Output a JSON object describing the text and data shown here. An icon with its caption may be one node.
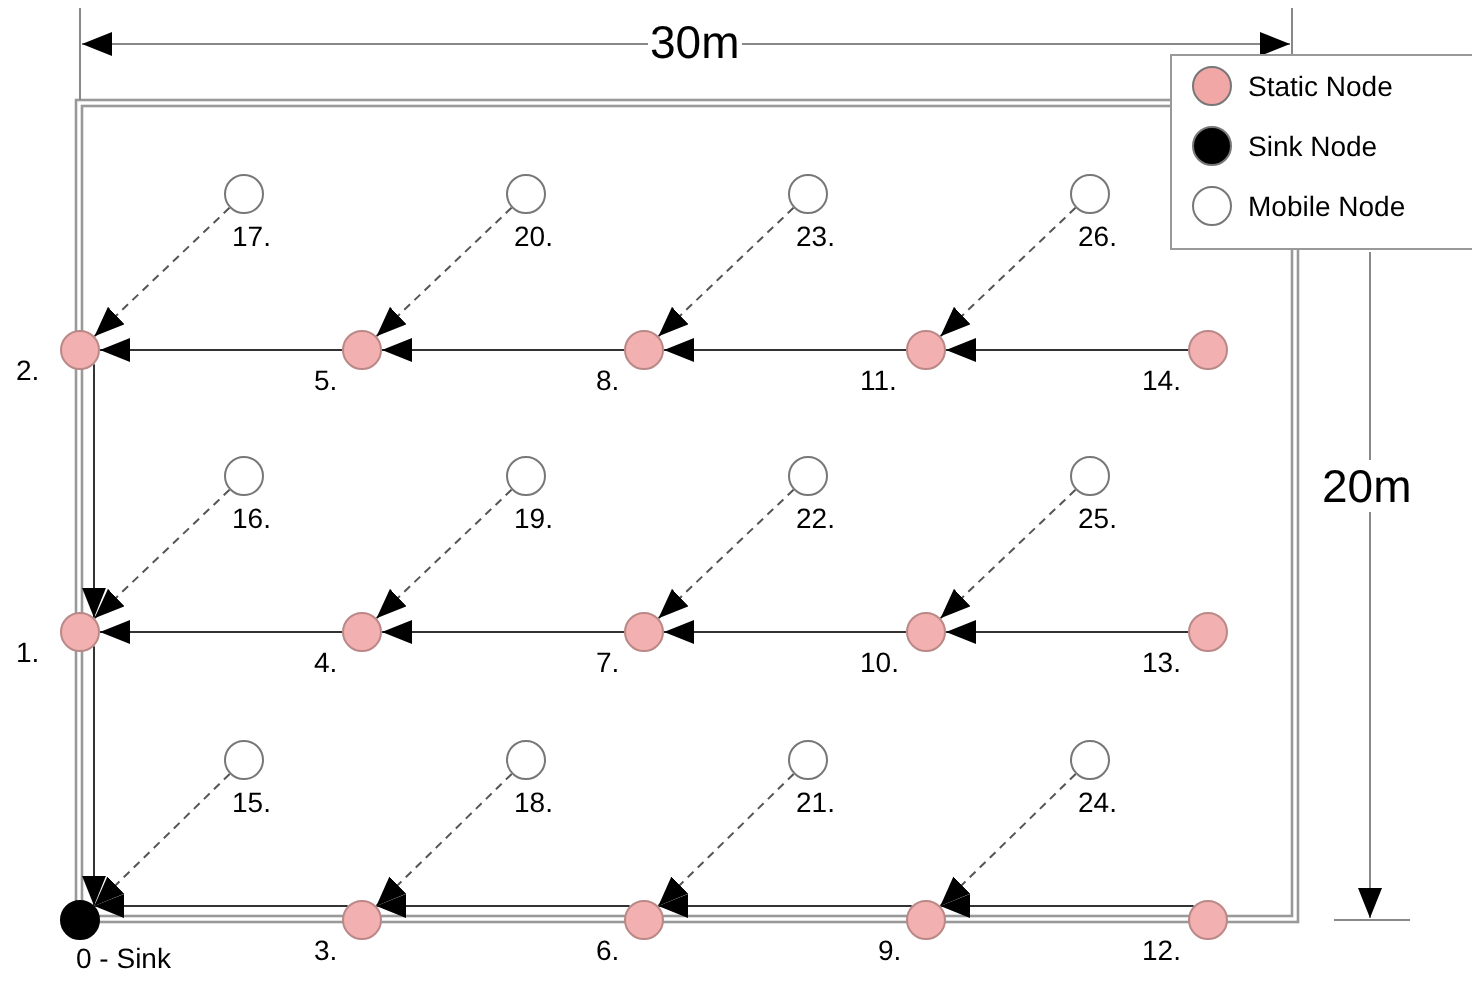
{
  "diagram": {
    "nodes": [
      {
        "text": [],
        "shape": "circle",
        "beside": [
          "0 - Sink"
        ]
      },
      {
        "text": [],
        "shape": "circle",
        "beside": [
          "1."
        ]
      },
      {
        "text": [],
        "shape": "circle",
        "beside": [
          "2."
        ]
      },
      {
        "text": [],
        "shape": "circle",
        "beside": [
          "3."
        ]
      },
      {
        "text": [],
        "shape": "circle",
        "beside": [
          "4."
        ]
      },
      {
        "text": [],
        "shape": "circle",
        "beside": [
          "5."
        ]
      },
      {
        "text": [],
        "shape": "circle",
        "beside": [
          "6."
        ]
      },
      {
        "text": [],
        "shape": "circle",
        "beside": [
          "7."
        ]
      },
      {
        "text": [],
        "shape": "circle",
        "beside": [
          "8."
        ]
      },
      {
        "text": [],
        "shape": "circle",
        "beside": [
          "9."
        ]
      },
      {
        "text": [],
        "shape": "circle",
        "beside": [
          "10."
        ]
      },
      {
        "text": [],
        "shape": "circle",
        "beside": [
          "11."
        ]
      },
      {
        "text": [],
        "shape": "circle",
        "beside": [
          "12."
        ]
      },
      {
        "text": [],
        "shape": "circle",
        "beside": [
          "13."
        ]
      },
      {
        "text": [],
        "shape": "circle",
        "beside": [
          "14."
        ]
      },
      {
        "text": [],
        "shape": "circle",
        "beside": [
          "15."
        ]
      },
      {
        "text": [],
        "shape": "circle",
        "beside": [
          "16."
        ]
      },
      {
        "text": [],
        "shape": "circle",
        "beside": [
          "17."
        ]
      },
      {
        "text": [],
        "shape": "circle",
        "beside": [
          "18."
        ]
      },
      {
        "text": [],
        "shape": "circle",
        "beside": [
          "19."
        ]
      },
      {
        "text": [],
        "shape": "circle",
        "beside": [
          "20."
        ]
      },
      {
        "text": [],
        "shape": "circle",
        "beside": [
          "21."
        ]
      },
      {
        "text": [],
        "shape": "circle",
        "beside": [
          "22."
        ]
      },
      {
        "text": [],
        "shape": "circle",
        "beside": [
          "23."
        ]
      },
      {
        "text": [],
        "shape": "circle",
        "beside": [
          "24."
        ]
      },
      {
        "text": [],
        "shape": "circle",
        "beside": [
          "25."
        ]
      },
      {
        "text": [],
        "shape": "circle",
        "beside": [
          "26."
        ]
      }
    ],
    "edges": [
      {
        "from": 14,
        "to": 11,
        "arrow": "to"
      },
      {
        "from": 11,
        "to": 8,
        "arrow": "to"
      },
      {
        "from": 8,
        "to": 5,
        "arrow": "to"
      },
      {
        "from": 5,
        "to": 2,
        "arrow": "to"
      },
      {
        "from": 2,
        "to": 1,
        "arrow": "to"
      },
      {
        "from": 13,
        "to": 10,
        "arrow": "to"
      },
      {
        "from": 10,
        "to": 7,
        "arrow": "to"
      },
      {
        "from": 7,
        "to": 4,
        "arrow": "to"
      },
      {
        "from": 4,
        "to": 1,
        "arrow": "to"
      },
      {
        "from": 1,
        "to": 0,
        "arrow": "to"
      },
      {
        "from": 12,
        "to": 9,
        "arrow": "to"
      },
      {
        "from": 9,
        "to": 6,
        "arrow": "to"
      },
      {
        "from": 6,
        "to": 3,
        "arrow": "to"
      },
      {
        "from": 3,
        "to": 0,
        "arrow": "to"
      },
      {
        "from": 17,
        "to": 2,
        "arrow": "to",
        "style": "dashed"
      },
      {
        "from": 20,
        "to": 5,
        "arrow": "to",
        "style": "dashed"
      },
      {
        "from": 23,
        "to": 8,
        "arrow": "to",
        "style": "dashed"
      },
      {
        "from": 26,
        "to": 11,
        "arrow": "to",
        "style": "dashed"
      },
      {
        "from": 16,
        "to": 1,
        "arrow": "to",
        "style": "dashed"
      },
      {
        "from": 19,
        "to": 4,
        "arrow": "to",
        "style": "dashed"
      },
      {
        "from": 22,
        "to": 7,
        "arrow": "to",
        "style": "dashed"
      },
      {
        "from": 25,
        "to": 10,
        "arrow": "to",
        "style": "dashed"
      },
      {
        "from": 15,
        "to": 0,
        "arrow": "to",
        "style": "dashed"
      },
      {
        "from": 18,
        "to": 3,
        "arrow": "to",
        "style": "dashed"
      },
      {
        "from": 21,
        "to": 6,
        "arrow": "to",
        "style": "dashed"
      },
      {
        "from": 24,
        "to": 9,
        "arrow": "to",
        "style": "dashed"
      }
    ],
    "labels": [
      "30m",
      "20m"
    ],
    "legend": [
      {
        "text": "Static Node",
        "color": "#f2a7a7"
      },
      {
        "text": "Sink Node",
        "color": "#000000"
      },
      {
        "text": "Mobile Node",
        "color": "#ffffff"
      }
    ]
  }
}
